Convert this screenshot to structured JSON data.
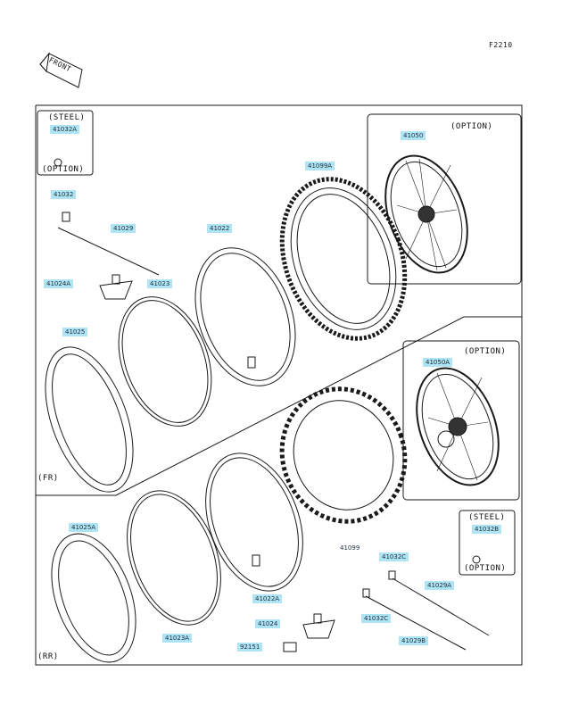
{
  "page_code": "F2210",
  "front_label": "FRONT",
  "sections": {
    "front": "(FR)",
    "rear": "(RR)"
  },
  "notes": {
    "steel": "(STEEL)",
    "option": "(OPTION)"
  },
  "parts": {
    "p41032A": "41032A",
    "p41032": "41032",
    "p41029": "41029",
    "p41024A": "41024A",
    "p41023": "41023",
    "p41022": "41022",
    "p41099A": "41099A",
    "p41050": "41050",
    "p41025": "41025",
    "p41050A": "41050A",
    "p41025A": "41025A",
    "p41023A": "41023A",
    "p41022A": "41022A",
    "p41099": "41099",
    "p41032C_upper": "41032C",
    "p41029A": "41029A",
    "p41032C_lower": "41032C",
    "p41029B": "41029B",
    "p41024": "41024",
    "p92151": "92151",
    "p41032B": "41032B"
  },
  "colors": {
    "label_highlight": "#aee4f4",
    "line": "#1a1a1a"
  }
}
